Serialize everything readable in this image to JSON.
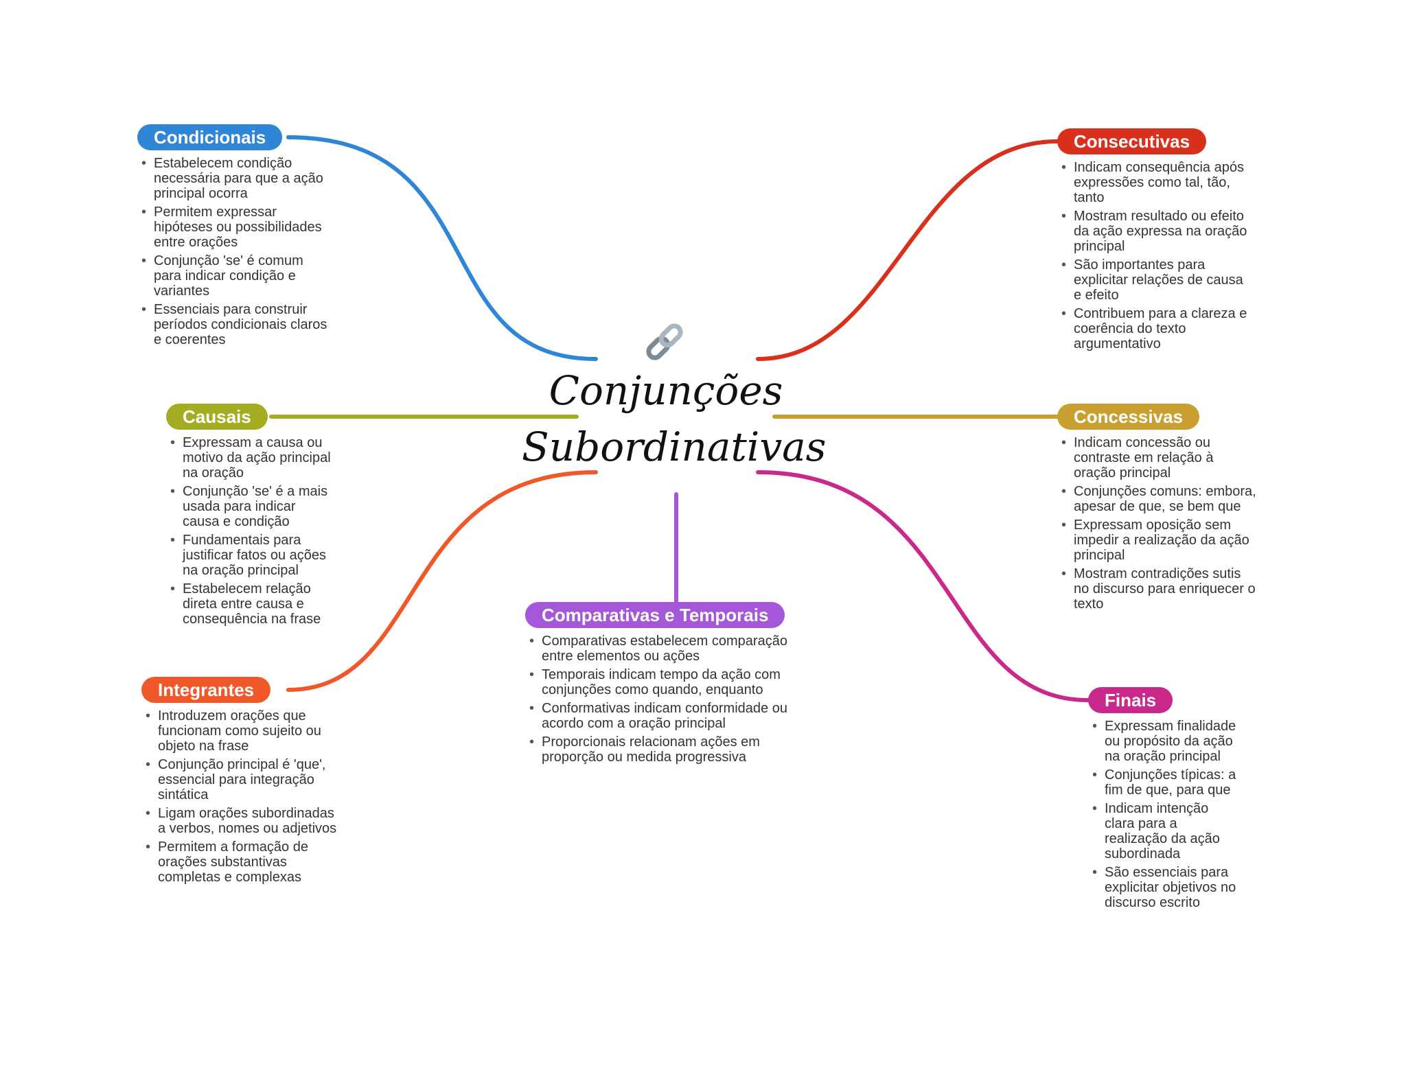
{
  "center": {
    "title_line1": "Conjunções",
    "title_line2": "Subordinativas",
    "icon": "link-icon"
  },
  "branches": {
    "condicionais": {
      "label": "Condicionais",
      "color": "#2f86d6",
      "bullets": [
        "Estabelecem condição necessária para que a ação principal ocorra",
        "Permitem expressar hipóteses ou possibilidades entre orações",
        "Conjunção 'se' é comum para indicar condição e variantes",
        "Essenciais para construir períodos condicionais claros e coerentes"
      ]
    },
    "consecutivas": {
      "label": "Consecutivas",
      "color": "#d9301e",
      "bullets": [
        "Indicam consequência após expressões como tal, tão, tanto",
        "Mostram resultado ou efeito da ação expressa na oração principal",
        "São importantes para explicitar relações de causa e efeito",
        "Contribuem para a clareza e coerência do texto argumentativo"
      ]
    },
    "causais": {
      "label": "Causais",
      "color": "#a4ad21",
      "bullets": [
        "Expressam a causa ou motivo da ação principal na oração",
        "Conjunção 'se' é a mais usada para indicar causa e condição",
        "Fundamentais para justificar fatos ou ações na oração principal",
        "Estabelecem relação direta entre causa e consequência na frase"
      ]
    },
    "concessivas": {
      "label": "Concessivas",
      "color": "#c9a030",
      "bullets": [
        "Indicam concessão ou contraste em relação à oração principal",
        "Conjunções comuns: embora, apesar de que, se bem que",
        "Expressam oposição sem impedir a realização da ação principal",
        "Mostram contradições sutis no discurso para enriquecer o texto"
      ]
    },
    "integrantes": {
      "label": "Integrantes",
      "color": "#f0582a",
      "bullets": [
        "Introduzem orações que funcionam como sujeito ou objeto na frase",
        "Conjunção principal é 'que', essencial para integração sintática",
        "Ligam orações subordinadas a verbos, nomes ou adjetivos",
        "Permitem a formação de orações substantivas completas e complexas"
      ]
    },
    "comparativas": {
      "label": "Comparativas e Temporais",
      "color": "#a557d9",
      "bullets": [
        "Comparativas estabelecem comparação entre elementos ou ações",
        "Temporais indicam tempo da ação com conjunções como quando, enquanto",
        "Conformativas indicam conformidade ou acordo com a oração principal",
        "Proporcionais relacionam ações em proporção ou medida progressiva"
      ]
    },
    "finais": {
      "label": "Finais",
      "color": "#c9298a",
      "bullets": [
        "Expressam finalidade ou propósito da ação na oração principal",
        "Conjunções típicas: a fim de que, para que",
        "Indicam intenção clara para a realização da ação subordinada",
        "São essenciais para explicitar objetivos no discurso escrito"
      ]
    }
  }
}
